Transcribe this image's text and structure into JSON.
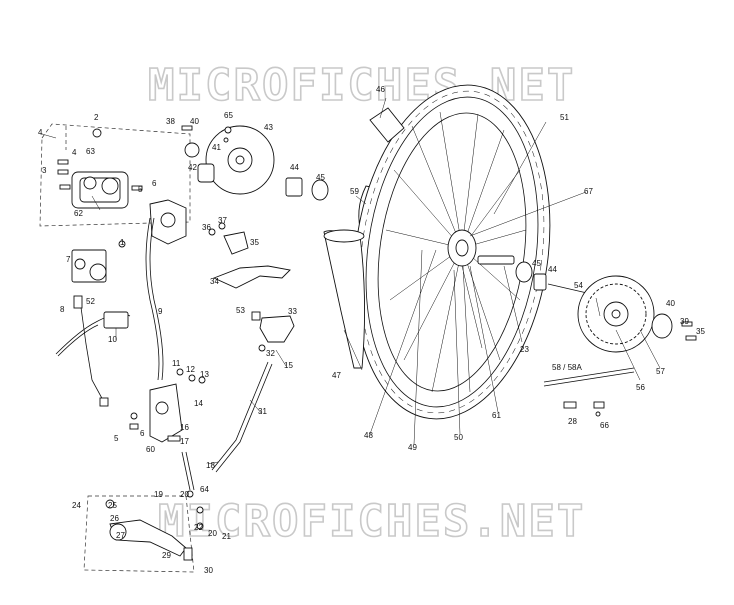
{
  "watermark": "MICROFICHES.NET",
  "callouts": [
    "1",
    "2",
    "3",
    "4",
    "4",
    "5",
    "5",
    "6",
    "6",
    "7",
    "8",
    "9",
    "10",
    "11",
    "12",
    "13",
    "14",
    "15",
    "16",
    "17",
    "18",
    "19",
    "20",
    "20",
    "21",
    "22",
    "23",
    "24",
    "25",
    "26",
    "27",
    "28",
    "29",
    "30",
    "31",
    "32",
    "33",
    "34",
    "35",
    "36",
    "37",
    "38",
    "39",
    "40",
    "40",
    "41",
    "42",
    "43",
    "44",
    "44",
    "45",
    "45",
    "46",
    "47",
    "48",
    "49",
    "50",
    "51",
    "52",
    "53",
    "54",
    "56",
    "57",
    "58 / 58A",
    "59",
    "60",
    "61",
    "62",
    "63",
    "64",
    "65",
    "66",
    "67",
    "35"
  ]
}
